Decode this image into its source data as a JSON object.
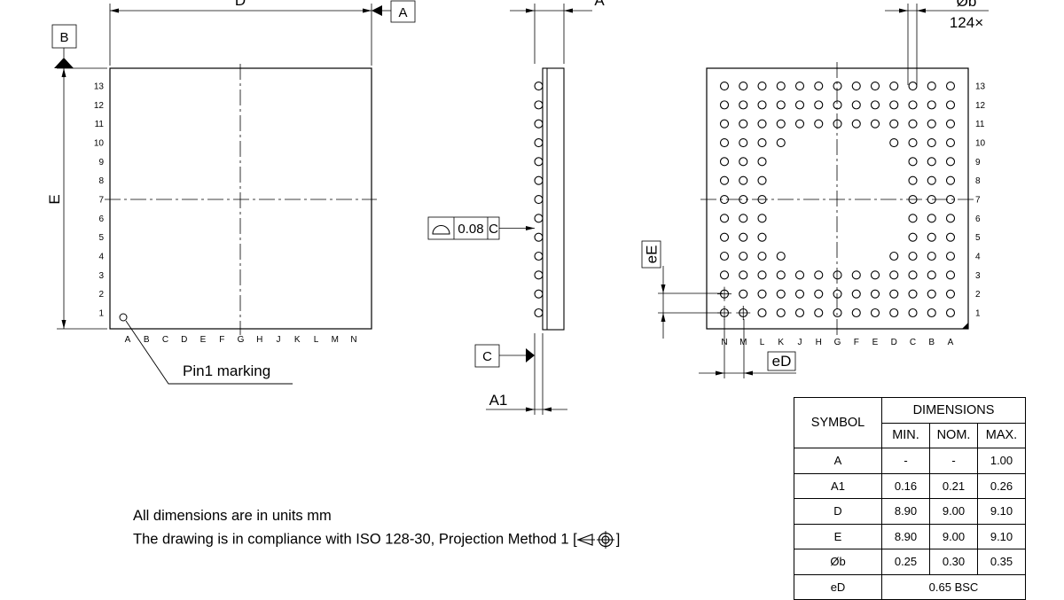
{
  "labels": {
    "D": "D",
    "E": "E",
    "A": "A",
    "A1": "A1",
    "B": "B",
    "C": "C",
    "phi_b": "Øb",
    "count": "124×",
    "eD": "eD",
    "eE": "eE",
    "pin1": "Pin1 marking",
    "flatness_value": "0.08",
    "flatness_ref": "C"
  },
  "rows": [
    "1",
    "2",
    "3",
    "4",
    "5",
    "6",
    "7",
    "8",
    "9",
    "10",
    "11",
    "12",
    "13"
  ],
  "columns_top": [
    "A",
    "B",
    "C",
    "D",
    "E",
    "F",
    "G",
    "H",
    "J",
    "K",
    "L",
    "M",
    "N"
  ],
  "columns_bottom": [
    "N",
    "M",
    "L",
    "K",
    "J",
    "H",
    "G",
    "F",
    "E",
    "D",
    "C",
    "B",
    "A"
  ],
  "ball_map": [
    "1111111111111",
    "1111111111111",
    "1111111111111",
    "1111000001111",
    "1110000000111",
    "1110000000111",
    "1110000000111",
    "1110000000111",
    "1110000000111",
    "1111000001111",
    "1111111111111",
    "1111111111111",
    "1111111111111"
  ],
  "notes": {
    "line1": "All dimensions are in units mm",
    "line2": "The drawing is in compliance with ISO 128-30, Projection Method 1 [",
    "line2_end": "]"
  },
  "table": {
    "symbol_header": "SYMBOL",
    "dimensions_header": "DIMENSIONS",
    "min": "MIN.",
    "nom": "NOM.",
    "max": "MAX.",
    "rows": [
      {
        "symbol": "A",
        "min": "-",
        "nom": "-",
        "max": "1.00"
      },
      {
        "symbol": "A1",
        "min": "0.16",
        "nom": "0.21",
        "max": "0.26"
      },
      {
        "symbol": "D",
        "min": "8.90",
        "nom": "9.00",
        "max": "9.10"
      },
      {
        "symbol": "E",
        "min": "8.90",
        "nom": "9.00",
        "max": "9.10"
      },
      {
        "symbol": "Øb",
        "min": "0.25",
        "nom": "0.30",
        "max": "0.35"
      }
    ],
    "eD_row": {
      "symbol": "eD",
      "value": "0.65 BSC"
    }
  }
}
